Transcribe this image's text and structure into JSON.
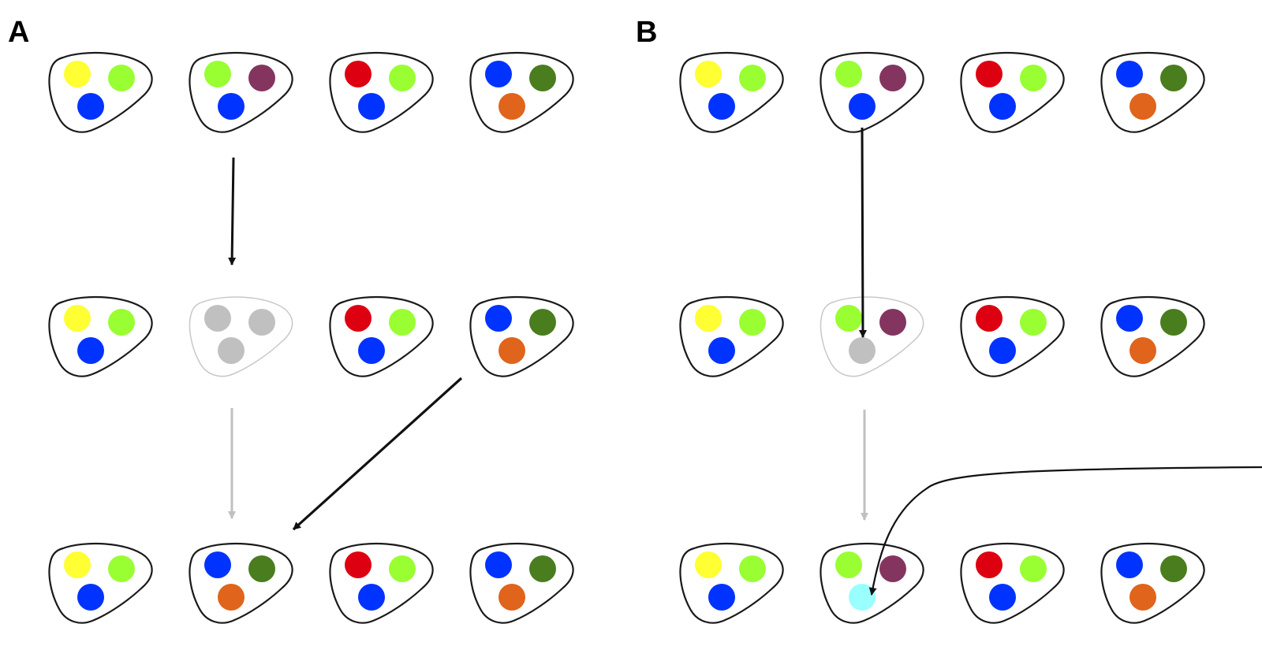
{
  "panels": [
    {
      "label": "A",
      "rows": [
        [
          {
            "state": "normal",
            "dots": [
              "yellow",
              "lime",
              "blue"
            ]
          },
          {
            "state": "normal",
            "dots": [
              "lime",
              "purple",
              "blue"
            ]
          },
          {
            "state": "normal",
            "dots": [
              "red",
              "lime",
              "blue"
            ]
          },
          {
            "state": "normal",
            "dots": [
              "blue",
              "darkgreen",
              "orange"
            ]
          }
        ],
        [
          {
            "state": "normal",
            "dots": [
              "yellow",
              "lime",
              "blue"
            ]
          },
          {
            "state": "faded",
            "dots": [
              "gray",
              "gray",
              "gray"
            ]
          },
          {
            "state": "normal",
            "dots": [
              "red",
              "lime",
              "blue"
            ]
          },
          {
            "state": "normal",
            "dots": [
              "blue",
              "darkgreen",
              "orange"
            ]
          }
        ],
        [
          {
            "state": "normal",
            "dots": [
              "yellow",
              "lime",
              "blue"
            ]
          },
          {
            "state": "normal",
            "dots": [
              "blue",
              "darkgreen",
              "orange"
            ]
          },
          {
            "state": "normal",
            "dots": [
              "red",
              "lime",
              "blue"
            ]
          },
          {
            "state": "normal",
            "dots": [
              "blue",
              "darkgreen",
              "orange"
            ]
          }
        ]
      ],
      "arrows": [
        {
          "kind": "black-straight",
          "from": "row1-col2-below",
          "to": "row2-col2-above"
        },
        {
          "kind": "gray-straight",
          "from": "row2-col2-below",
          "to": "row3-col2-above"
        },
        {
          "kind": "black-diagonal",
          "from": "row2-col4",
          "to": "row3-col2"
        }
      ]
    },
    {
      "label": "B",
      "rows": [
        [
          {
            "state": "normal",
            "dots": [
              "yellow",
              "lime",
              "blue"
            ]
          },
          {
            "state": "normal",
            "dots": [
              "lime",
              "purple",
              "blue"
            ]
          },
          {
            "state": "normal",
            "dots": [
              "red",
              "lime",
              "blue"
            ]
          },
          {
            "state": "normal",
            "dots": [
              "blue",
              "darkgreen",
              "orange"
            ]
          }
        ],
        [
          {
            "state": "normal",
            "dots": [
              "yellow",
              "lime",
              "blue"
            ]
          },
          {
            "state": "faded",
            "dots": [
              "lime",
              "purple",
              "gray"
            ]
          },
          {
            "state": "normal",
            "dots": [
              "red",
              "lime",
              "blue"
            ]
          },
          {
            "state": "normal",
            "dots": [
              "blue",
              "darkgreen",
              "orange"
            ]
          }
        ],
        [
          {
            "state": "normal",
            "dots": [
              "yellow",
              "lime",
              "blue"
            ]
          },
          {
            "state": "normal",
            "dots": [
              "lime",
              "purple",
              "cyan"
            ]
          },
          {
            "state": "normal",
            "dots": [
              "red",
              "lime",
              "blue"
            ]
          },
          {
            "state": "normal",
            "dots": [
              "blue",
              "darkgreen",
              "orange"
            ]
          }
        ]
      ],
      "arrows": [
        {
          "kind": "black-straight",
          "from": "row1-col2-blue-dot",
          "to": "row2-col2-gray-dot"
        },
        {
          "kind": "gray-straight",
          "from": "row2-col2-below",
          "to": "row3-col2-above"
        },
        {
          "kind": "black-curve",
          "from": "off-panel-right",
          "to": "row3-col2-cyan-dot"
        }
      ]
    }
  ],
  "colors": {
    "yellow": "#ffff33",
    "lime": "#99ff33",
    "blue": "#0033ff",
    "purple": "#833560",
    "red": "#dd0011",
    "darkgreen": "#4a7d1e",
    "orange": "#e0641c",
    "gray": "#c0c0c0",
    "cyan": "#99ffff",
    "outline": "#1a1a1a",
    "outline_faded": "#c8c8c8",
    "arrow_black": "#111111",
    "arrow_gray": "#c0c0c0"
  }
}
